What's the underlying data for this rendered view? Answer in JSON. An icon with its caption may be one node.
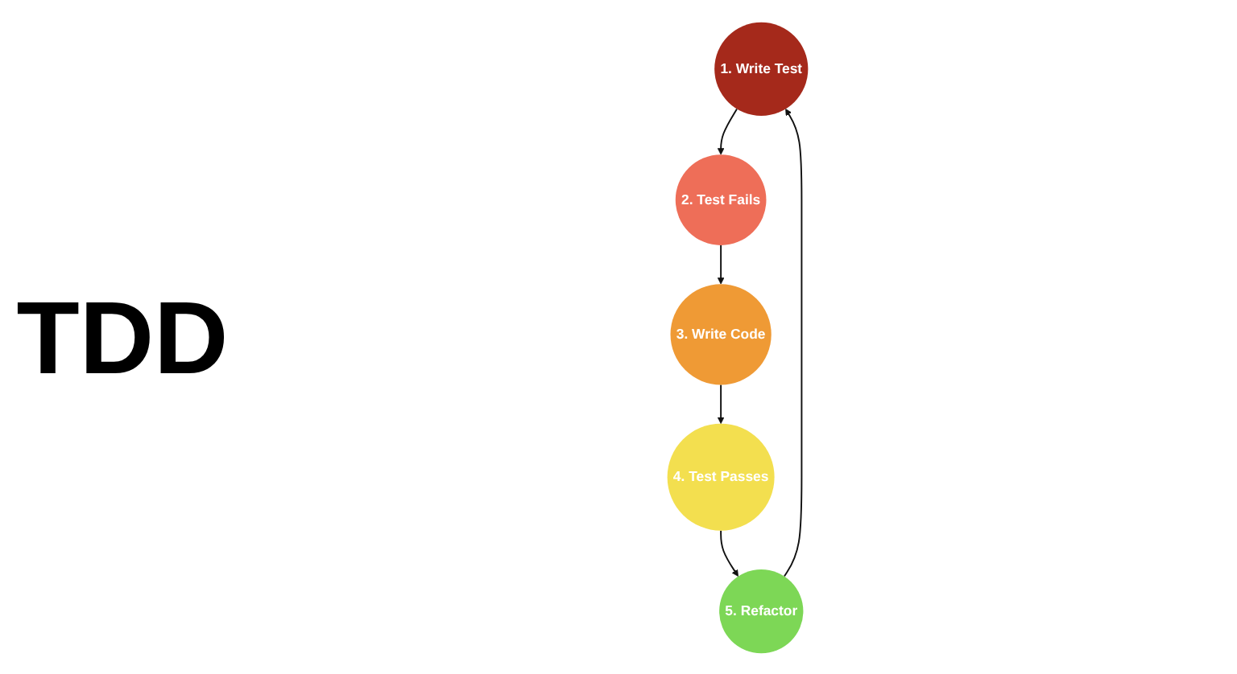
{
  "diagram": {
    "nodes": [
      {
        "text": [
          "1. Write Test"
        ]
      },
      {
        "text": [
          "2. Test Fails"
        ]
      },
      {
        "text": [
          "3. Write Code"
        ]
      },
      {
        "text": [
          "4. Test Passes"
        ]
      },
      {
        "text": [
          "5. Refactor"
        ]
      }
    ],
    "edges": [
      {
        "from": 0,
        "to": 1,
        "arrow": "to"
      },
      {
        "from": 1,
        "to": 2,
        "arrow": "to"
      },
      {
        "from": 2,
        "to": 3,
        "arrow": "to"
      },
      {
        "from": 3,
        "to": 4,
        "arrow": "to"
      },
      {
        "from": 4,
        "to": 0,
        "arrow": "to"
      }
    ],
    "labels": [
      "TDD"
    ]
  }
}
